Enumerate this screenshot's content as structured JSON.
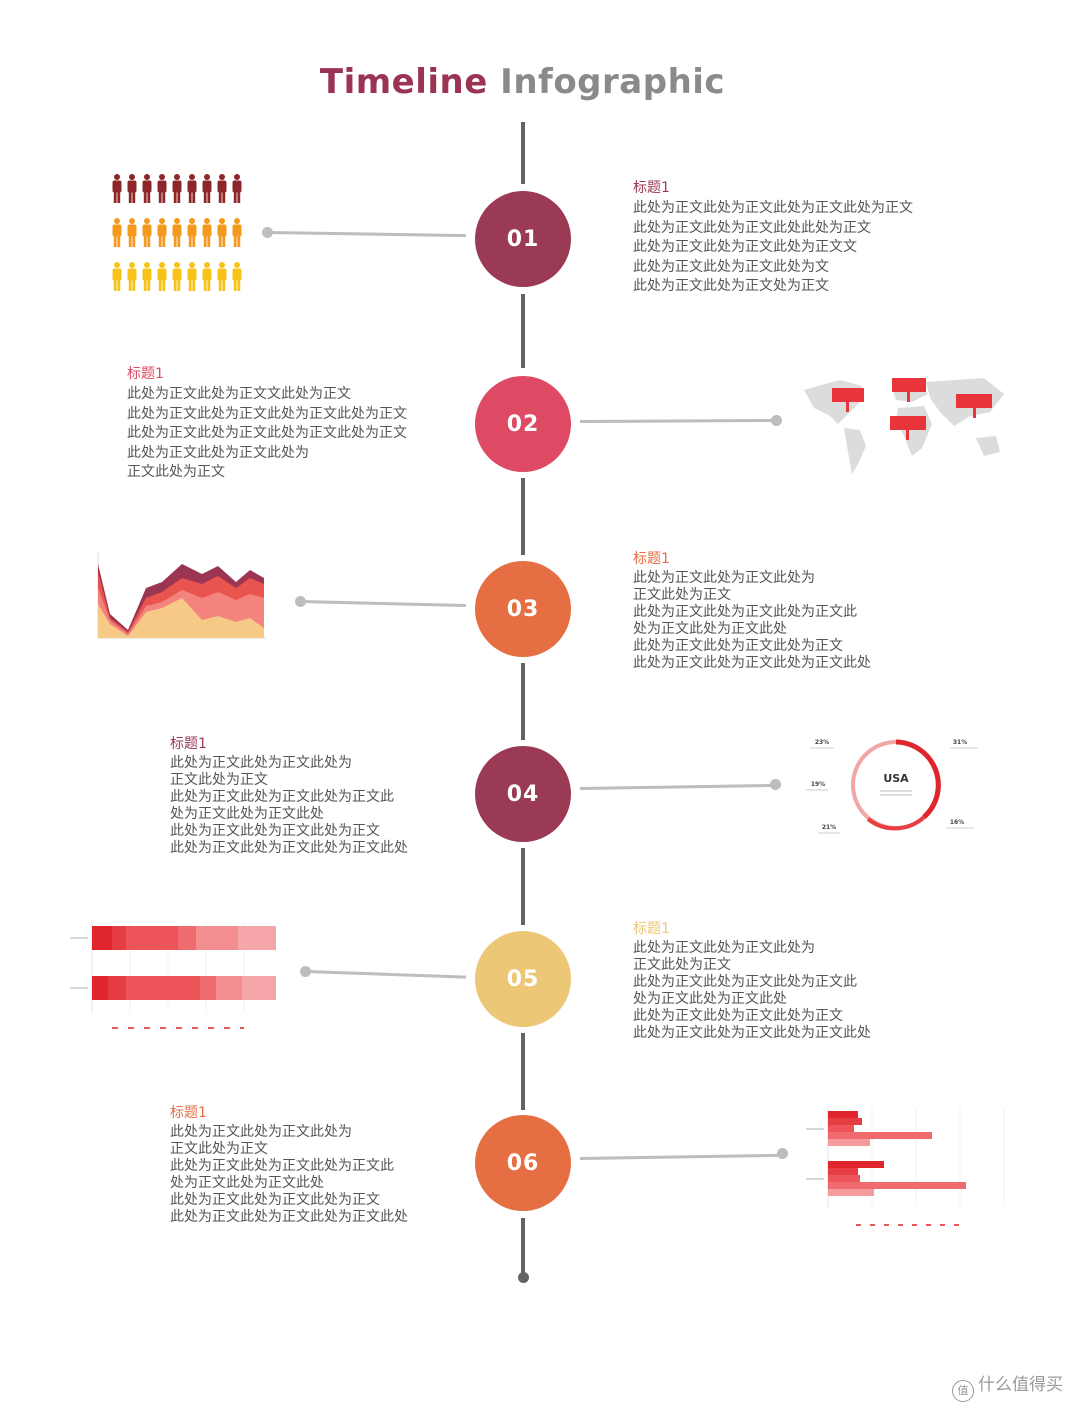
{
  "title": {
    "part1": "Timeline",
    "part2": "Infographic"
  },
  "colors": {
    "maroon": "#9b3a55",
    "rose": "#de4a64",
    "orange": "#e56f43",
    "gold": "#ecc775",
    "spine": "#636363",
    "connector": "#bdbdbd"
  },
  "steps": [
    {
      "number": "01",
      "heading": "标题1",
      "lines": [
        "此处为正文此处为正文此处为正文此处为正文",
        "此处为正文此处为正文此处此处为正文",
        "此处为正文此处为正文此处为正文文",
        "此处为正文此处为正文此处为文",
        "此处为正文此处为正文处为正文"
      ]
    },
    {
      "number": "02",
      "heading": "标题1",
      "lines": [
        "此处为正文此处为正文文此处为正文",
        "此处为正文此处为正文此处为正文此处为正文",
        "此处为正文此处为正文此处为正文此处为正文",
        "此处为正文此处为正文此处为",
        "正文此处为正文"
      ]
    },
    {
      "number": "03",
      "heading": "标题1",
      "lines": [
        "此处为正文此处为正文此处为",
        "正文此处为正文",
        "此处为正文此处为正文此处为正文此",
        "处为正文此处为正文此处",
        "此处为正文此处为正文此处为正文",
        "此处为正文此处为正文此处为正文此处"
      ]
    },
    {
      "number": "04",
      "heading": "标题1",
      "lines": [
        "此处为正文此处为正文此处为",
        "正文此处为正文",
        "此处为正文此处为正文此处为正文此",
        "处为正文此处为正文此处",
        "此处为正文此处为正文此处为正文",
        "此处为正文此处为正文此处为正文此处"
      ]
    },
    {
      "number": "05",
      "heading": "标题1",
      "lines": [
        "此处为正文此处为正文此处为",
        "正文此处为正文",
        "此处为正文此处为正文此处为正文此",
        "处为正文此处为正文此处",
        "此处为正文此处为正文此处为正文",
        "此处为正文此处为正文此处为正文此处"
      ]
    },
    {
      "number": "06",
      "heading": "标题1",
      "lines": [
        "此处为正文此处为正文此处为",
        "正文此处为正文",
        "此处为正文此处为正文此处为正文此",
        "处为正文此处为正文此处",
        "此处为正文此处为正文此处为正文",
        "此处为正文此处为正文此处为正文此处"
      ]
    }
  ],
  "thumb_donut": {
    "center_label": "USA",
    "callouts": [
      "23%",
      "31%",
      "19%",
      "21%",
      "16%"
    ]
  },
  "watermark": "什么值得买"
}
